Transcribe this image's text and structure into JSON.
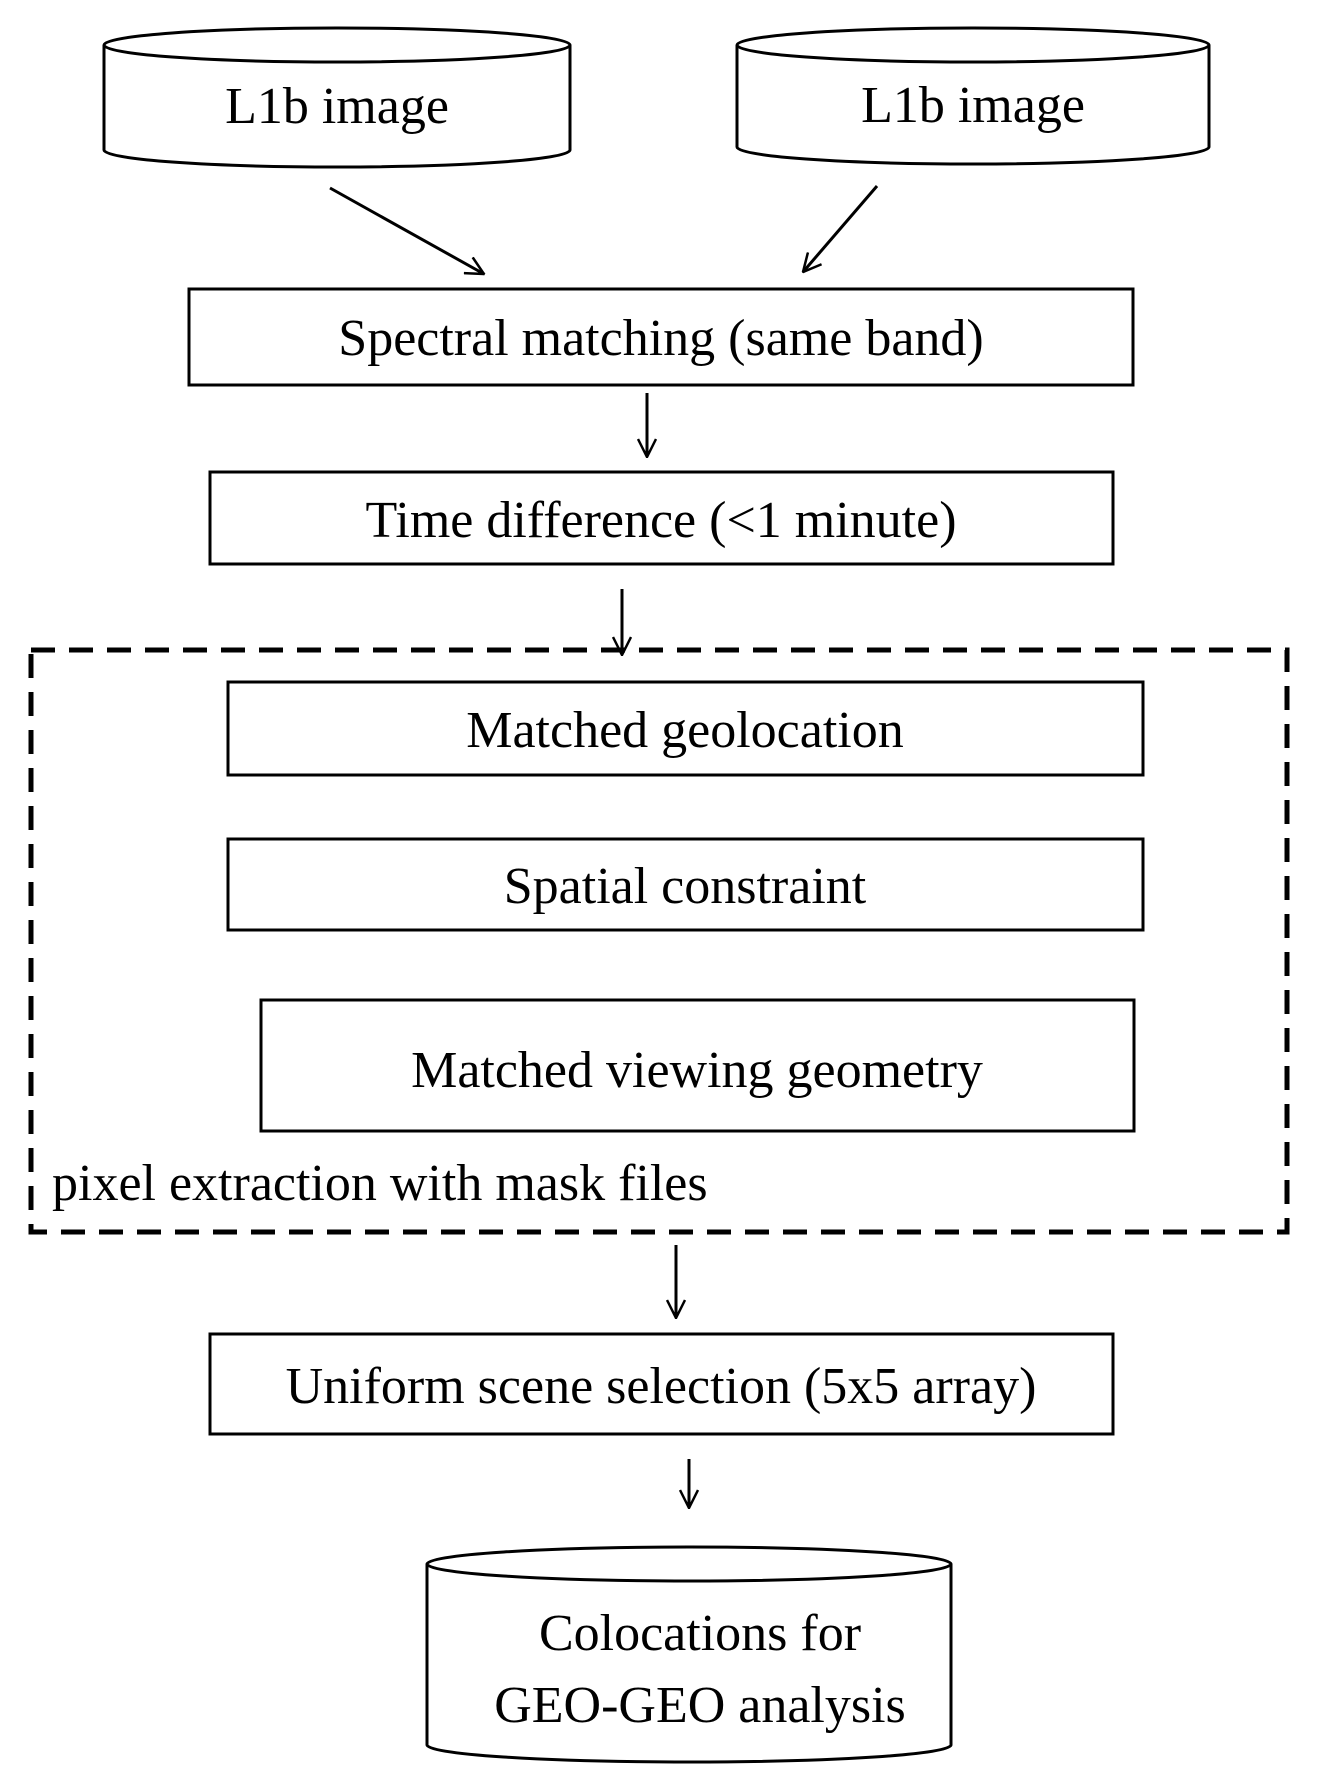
{
  "nodes": {
    "source_left": "L1b image",
    "source_right": "L1b image",
    "spectral_matching": "Spectral matching (same band)",
    "time_difference": "Time difference (<1 minute)",
    "matched_geolocation": "Matched geolocation",
    "spatial_constraint": "Spatial constraint",
    "matched_viewing_geometry": "Matched viewing geometry",
    "uniform_scene_selection": "Uniform scene selection (5x5 array)",
    "output_line1": "Colocations for",
    "output_line2": "GEO-GEO analysis"
  },
  "group": {
    "label": "pixel extraction with mask files"
  },
  "colors": {
    "stroke": "#000000",
    "background": "#ffffff"
  }
}
